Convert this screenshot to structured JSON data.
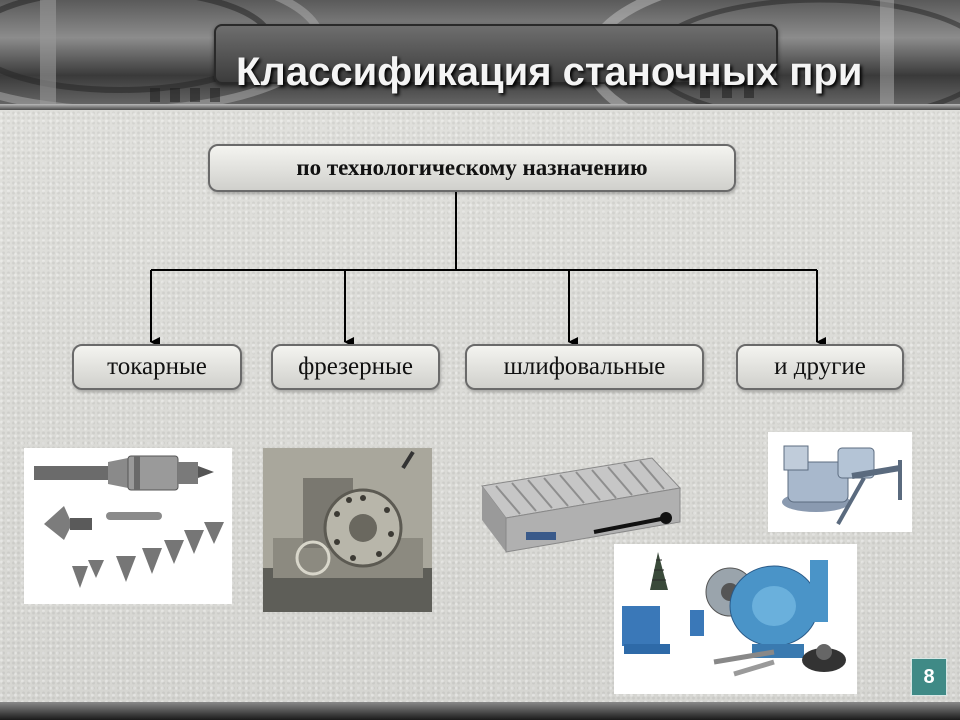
{
  "slide": {
    "title": "Классификация станочных при",
    "page_number": "8"
  },
  "diagram": {
    "root": "по технологическому назначению",
    "categories": [
      "токарные",
      "фрезерные",
      "шлифовальные",
      "и другие"
    ]
  },
  "images": [
    {
      "icon": "lathe-chuck-and-centers-photo"
    },
    {
      "icon": "dividing-head-photo"
    },
    {
      "icon": "magnetic-plate-photo"
    },
    {
      "icon": "bench-vise-photo"
    },
    {
      "icon": "rotary-table-accessories-photo"
    }
  ],
  "colors": {
    "title_panel": "#4a4a4a",
    "badge": "#3f8a86",
    "connector": "#000000"
  }
}
